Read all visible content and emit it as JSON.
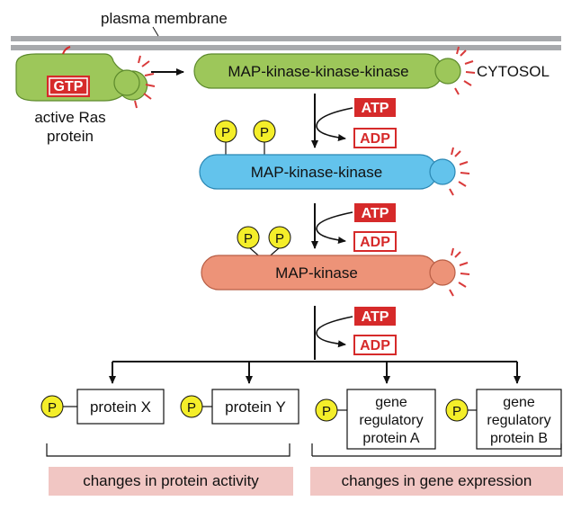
{
  "membrane_label": "plasma membrane",
  "cytosol_label": "CYTOSOL",
  "ras": {
    "gtp": "GTP",
    "label_line1": "active Ras",
    "label_line2": "protein"
  },
  "kinases": {
    "mapkkk": "MAP-kinase-kinase-kinase",
    "mapkk": "MAP-kinase-kinase",
    "mapk": "MAP-kinase"
  },
  "atp": "ATP",
  "adp": "ADP",
  "phosphate": "P",
  "targets": {
    "protein_x": "protein X",
    "protein_y": "protein Y",
    "gene_a": [
      "gene",
      "regulatory",
      "protein A"
    ],
    "gene_b": [
      "gene",
      "regulatory",
      "protein B"
    ]
  },
  "outcomes": {
    "protein_activity": "changes in protein activity",
    "gene_expression": "changes in gene expression"
  },
  "colors": {
    "membrane": "#a7a9ac",
    "ras_green": "#9dc75a",
    "mapkk_blue": "#63c3ec",
    "mapk_salmon": "#ed9378",
    "atp_red": "#d62a2a",
    "phosphate_yellow": "#f4ee2a",
    "outcome_pink": "#f1c6c3",
    "activity_rays": "#d93a3a"
  }
}
